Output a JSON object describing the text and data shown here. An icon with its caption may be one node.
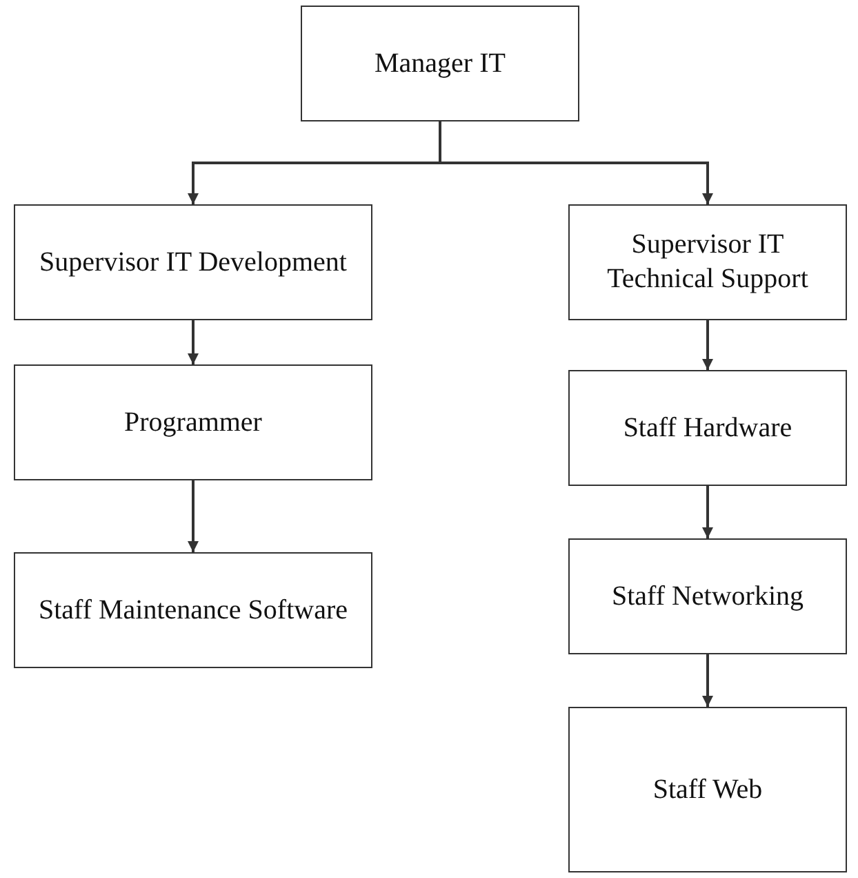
{
  "diagram": {
    "nodes": [
      {
        "text": [
          "Manager IT"
        ]
      },
      {
        "text": [
          "Supervisor IT Development"
        ]
      },
      {
        "text": [
          "Supervisor IT Technical Support"
        ]
      },
      {
        "text": [
          "Programmer"
        ]
      },
      {
        "text": [
          "Staff Maintenance Software"
        ]
      },
      {
        "text": [
          "Staff Hardware"
        ]
      },
      {
        "text": [
          "Staff Networking"
        ]
      },
      {
        "text": [
          "Staff Web"
        ]
      }
    ],
    "edges": [
      {
        "from": 0,
        "to": 1,
        "arrow": "to"
      },
      {
        "from": 0,
        "to": 2,
        "arrow": "to"
      },
      {
        "from": 1,
        "to": 3,
        "arrow": "to"
      },
      {
        "from": 3,
        "to": 4,
        "arrow": "to"
      },
      {
        "from": 2,
        "to": 5,
        "arrow": "to"
      },
      {
        "from": 5,
        "to": 6,
        "arrow": "to"
      },
      {
        "from": 6,
        "to": 7,
        "arrow": "to"
      }
    ]
  }
}
